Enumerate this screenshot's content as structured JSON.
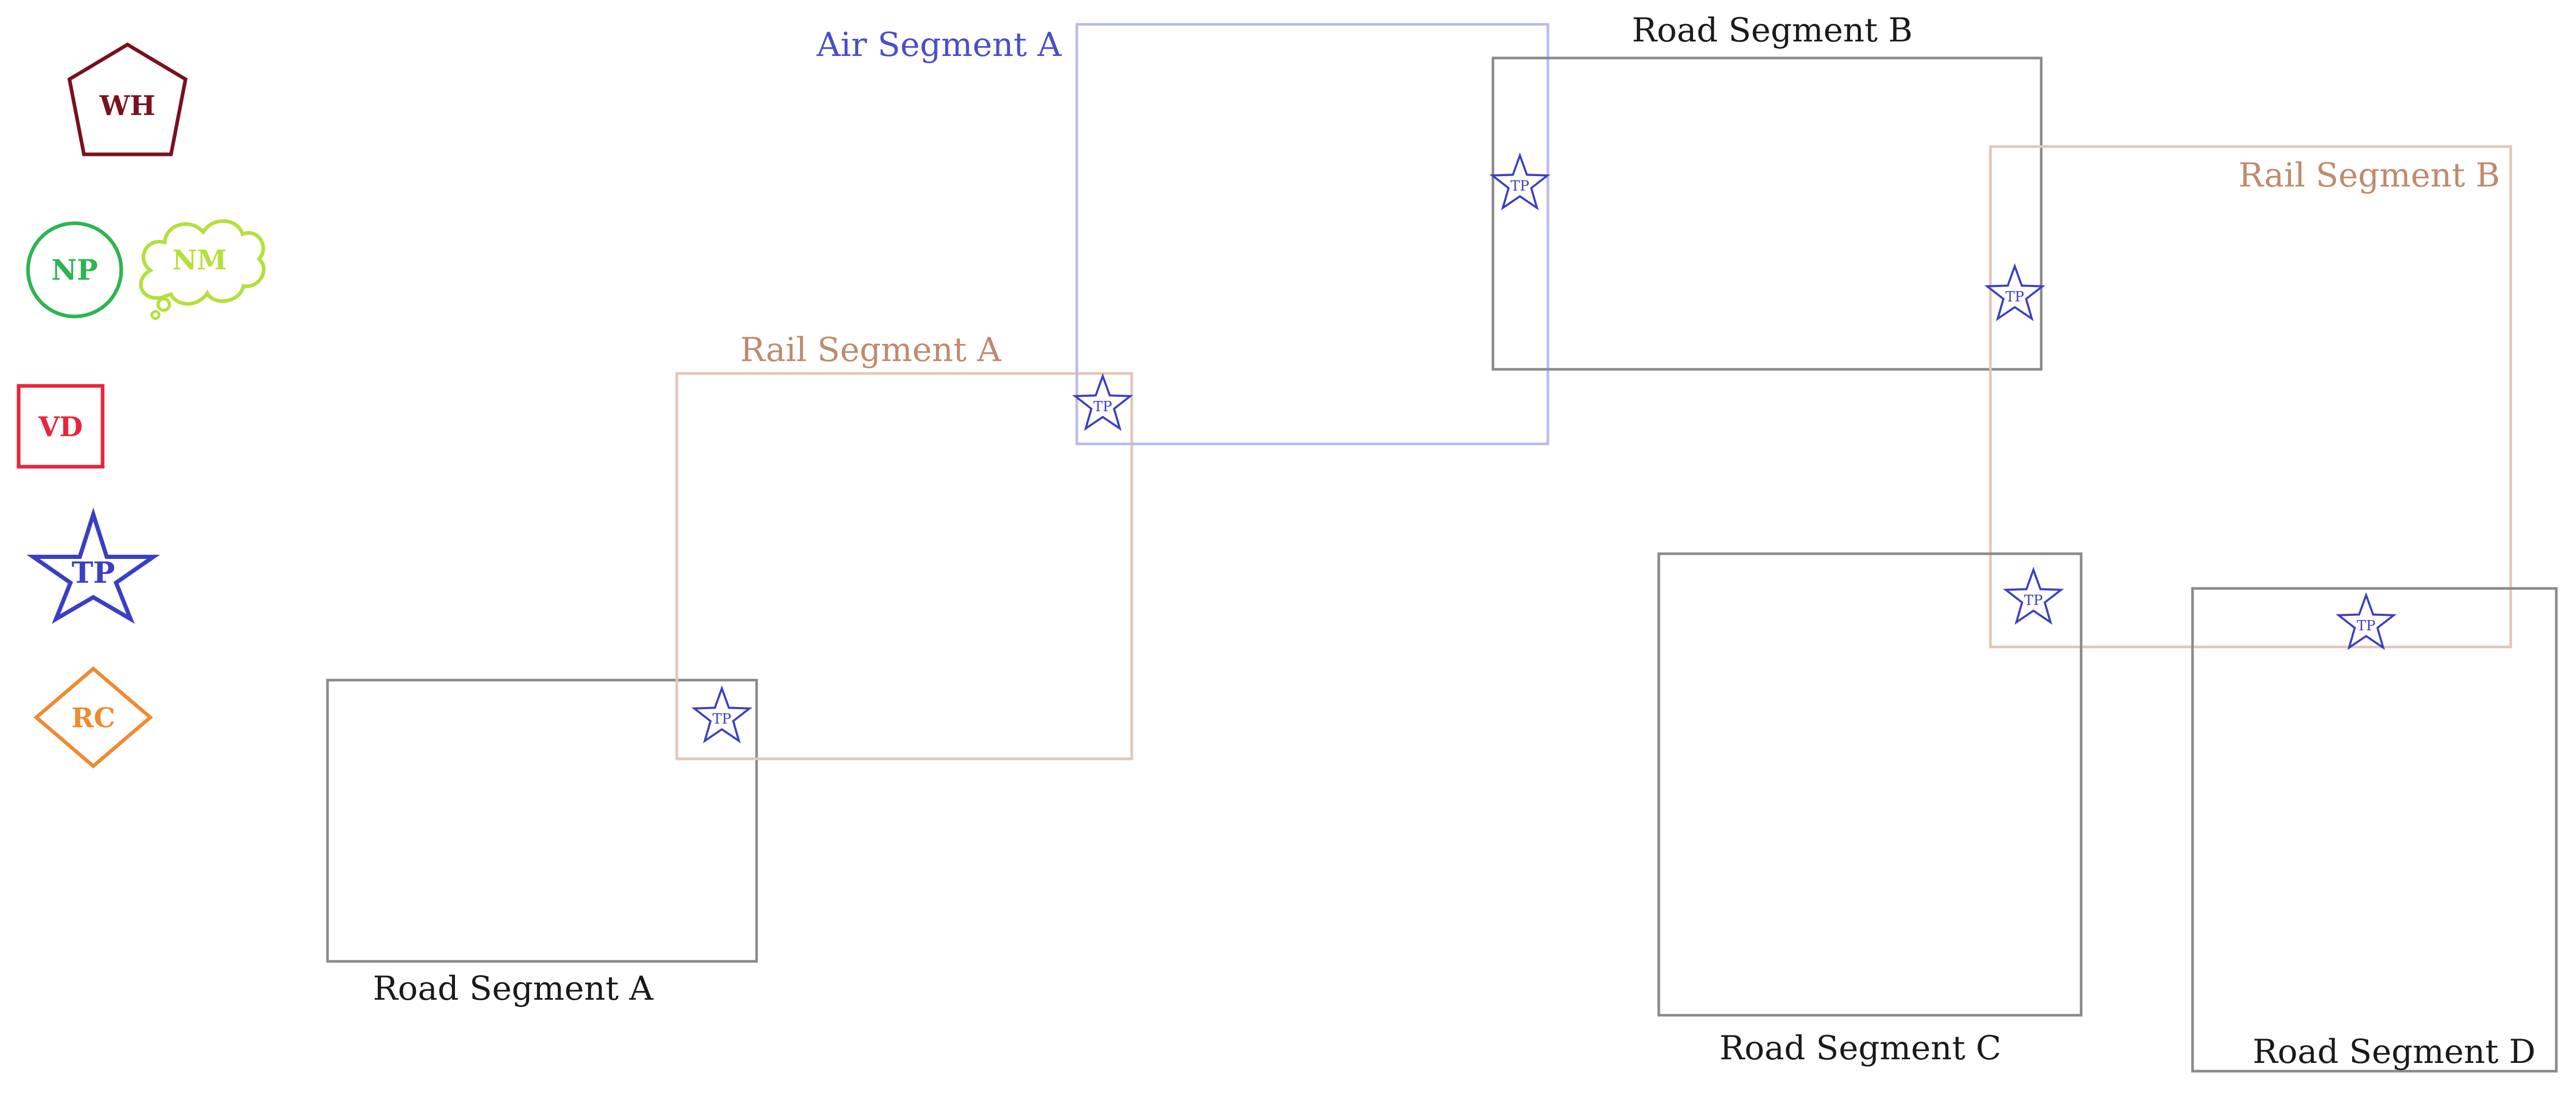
{
  "legend": [
    {
      "id": "wh",
      "shape": "pentagon",
      "label": "WH",
      "color": "#7a1020"
    },
    {
      "id": "np",
      "shape": "circle",
      "label": "NP",
      "color": "#2db550"
    },
    {
      "id": "nm",
      "shape": "thought-cloud",
      "label": "NM",
      "color": "#b4e03a"
    },
    {
      "id": "vd",
      "shape": "square",
      "label": "VD",
      "color": "#e8253a"
    },
    {
      "id": "tp",
      "shape": "star",
      "label": "TP",
      "color": "#3a3fc4"
    },
    {
      "id": "rc",
      "shape": "diamond",
      "label": "RC",
      "color": "#f08a30"
    }
  ],
  "segments": [
    {
      "id": "road-segment-a",
      "label": "Road Segment A",
      "mode": "road",
      "color": "#8a8a8a",
      "label_color": "#1a1a1a"
    },
    {
      "id": "rail-segment-a",
      "label": "Rail Segment A",
      "mode": "rail",
      "color": "#e3c5b6",
      "label_color": "#c08a6c"
    },
    {
      "id": "air-segment-a",
      "label": "Air Segment A",
      "mode": "air",
      "color": "#b8baf0",
      "label_color": "#4a4ec8"
    },
    {
      "id": "road-segment-b",
      "label": "Road Segment B",
      "mode": "road",
      "color": "#8a8a8a",
      "label_color": "#1a1a1a"
    },
    {
      "id": "rail-segment-b",
      "label": "Rail Segment B",
      "mode": "rail",
      "color": "#e3c5b6",
      "label_color": "#c08a6c"
    },
    {
      "id": "road-segment-c",
      "label": "Road Segment C",
      "mode": "road",
      "color": "#8a8a8a",
      "label_color": "#1a1a1a"
    },
    {
      "id": "road-segment-d",
      "label": "Road Segment D",
      "mode": "road",
      "color": "#8a8a8a",
      "label_color": "#1a1a1a"
    }
  ],
  "transfer_points": [
    {
      "label": "TP",
      "between": [
        "road-segment-a",
        "rail-segment-a"
      ]
    },
    {
      "label": "TP",
      "between": [
        "rail-segment-a",
        "air-segment-a"
      ]
    },
    {
      "label": "TP",
      "between": [
        "air-segment-a",
        "road-segment-b"
      ]
    },
    {
      "label": "TP",
      "between": [
        "road-segment-b",
        "rail-segment-b"
      ]
    },
    {
      "label": "TP",
      "between": [
        "rail-segment-b",
        "road-segment-c"
      ]
    },
    {
      "label": "TP",
      "between": [
        "rail-segment-b",
        "road-segment-d"
      ]
    }
  ],
  "tp_color": "#3a3fc4"
}
